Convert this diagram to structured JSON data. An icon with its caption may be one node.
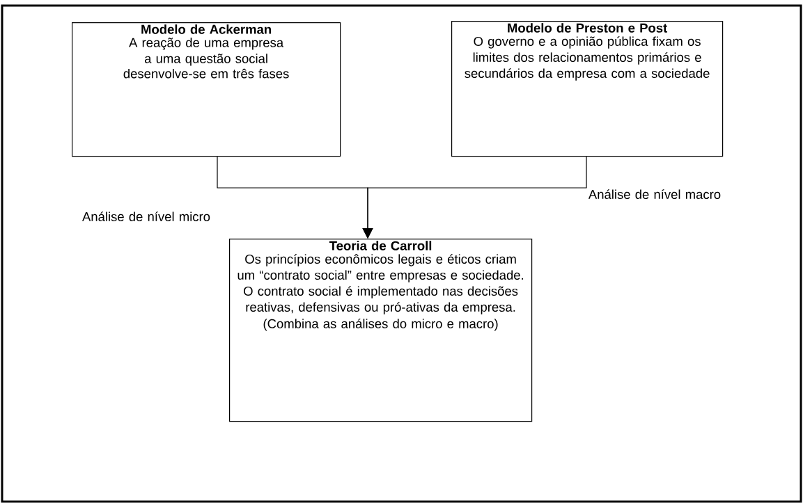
{
  "diagram": {
    "nodes": [
      {
        "text": [
          "Modelo de Ackerman",
          "A reação de uma empresa a uma questão social",
          "desenvolve-se em três fases"
        ]
      },
      {
        "text": [
          "Modelo de Preston e Post",
          "O governo e a opinião pública fixam os limites dos relacionamentos primários e secundários da empresa com a sociedade"
        ]
      },
      {
        "text": [
          "Teoria de Carroll",
          "Os princípios econômicos legais e éticos criam um “contrato social” entre empresas e sociedade. O contrato social é implementado nas decisões reativas, defensivas ou pró-ativas da empresa.",
          "(Combina as análises do micro e macro)"
        ]
      }
    ],
    "edges": [
      {
        "from": 0,
        "to": 2,
        "arrow": "to"
      },
      {
        "from": 1,
        "to": 2,
        "arrow": "to"
      }
    ],
    "labels": [
      "Análise de nível micro",
      "Análise de nível macro"
    ]
  }
}
